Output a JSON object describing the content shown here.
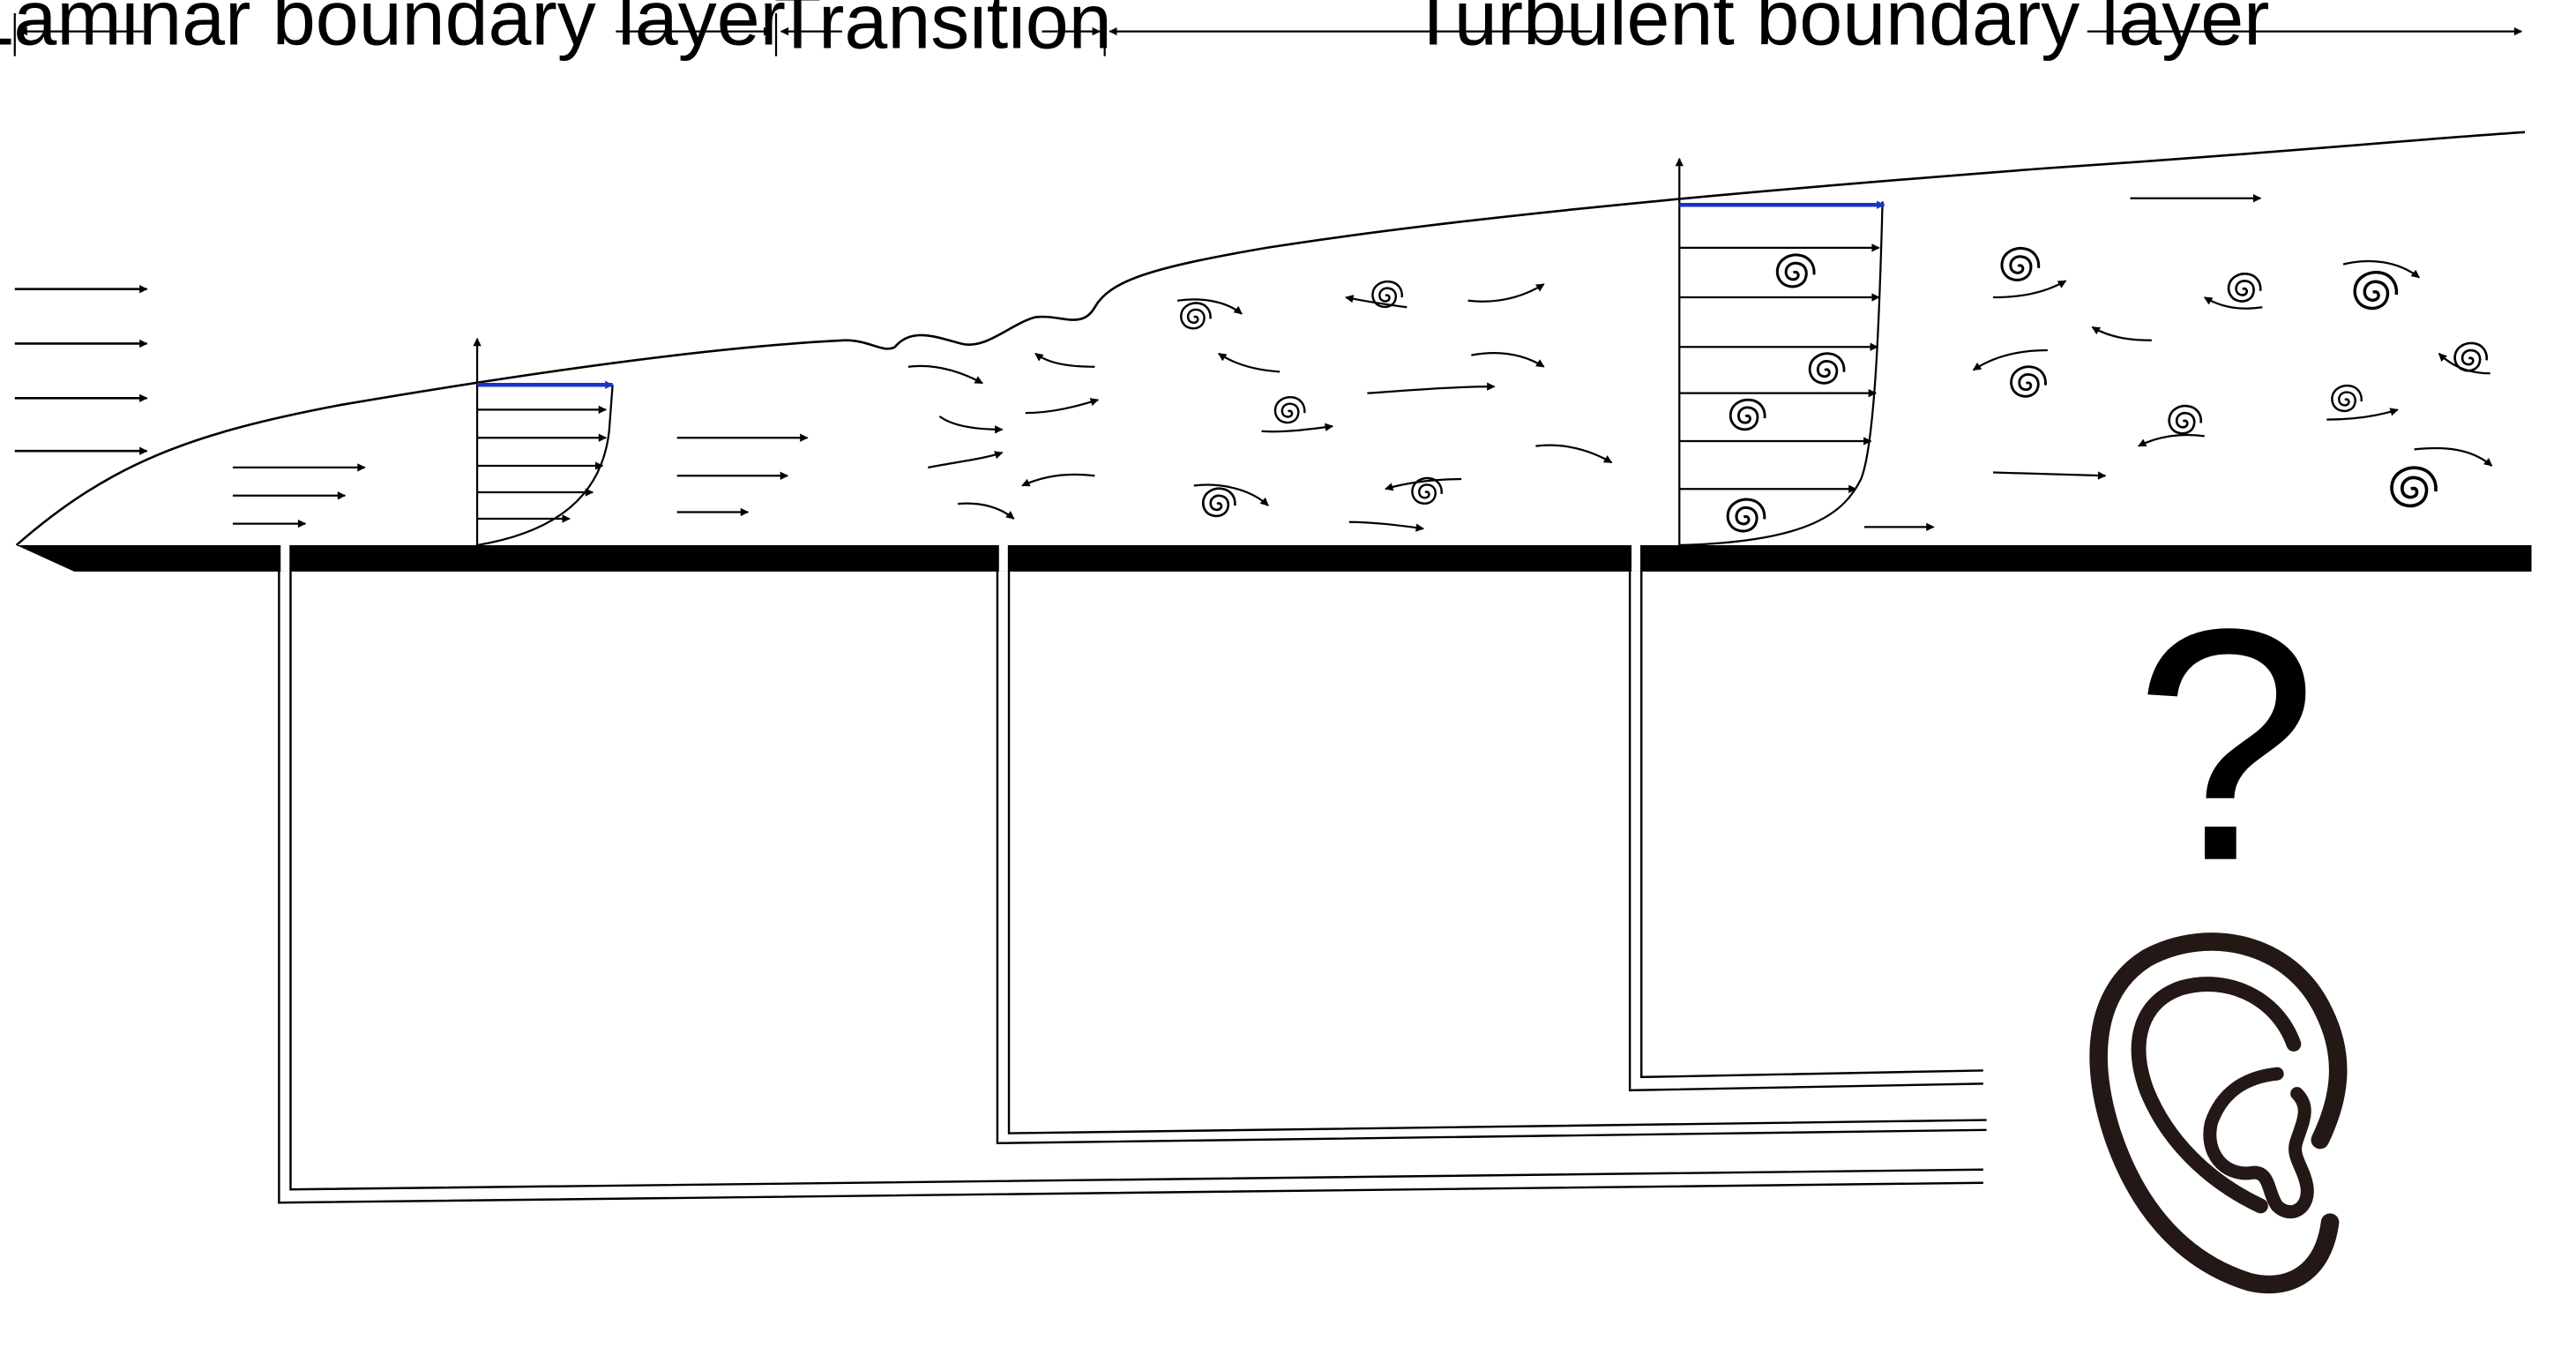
{
  "regions": {
    "laminar": "Laminar boundary layer",
    "transition": "Transition",
    "turbulent": "Turbulent boundary layer"
  },
  "question_mark": "?",
  "colors": {
    "ink": "#000000",
    "freestream_velocity": "#1a33cc",
    "background": "#ffffff"
  },
  "icons": {
    "listener": "ear-icon",
    "vortex": "spiral-vortex-icon"
  }
}
